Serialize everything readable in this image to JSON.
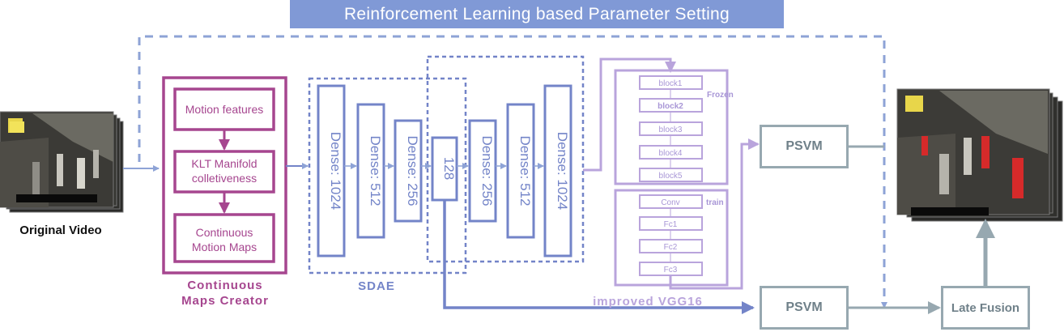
{
  "title_banner": {
    "text": "Reinforcement Learning based Parameter Setting"
  },
  "input": {
    "label": "Original Video"
  },
  "maps_creator": {
    "steps": [
      "Motion features",
      "KLT Manifold colletiveness",
      "Continuous Motion Maps"
    ],
    "step_lines": [
      [
        "Motion features"
      ],
      [
        "KLT Manifold",
        "colletiveness"
      ],
      [
        "Continuous",
        "Motion Maps"
      ]
    ],
    "caption_lines": [
      "Continuous",
      "Maps Creator"
    ]
  },
  "sdae": {
    "caption": "SDAE",
    "layers": [
      "Dense: 1024",
      "Dense: 512",
      "Dense: 256",
      "128",
      "Dense: 256",
      "Dense: 512",
      "Dense: 1024"
    ]
  },
  "vgg": {
    "caption": "improved VGG16",
    "frozen_label": "Frozen",
    "train_label": "train",
    "frozen_blocks": [
      "block1",
      "block2",
      "block3",
      "block4",
      "block5"
    ],
    "train_blocks": [
      "Conv",
      "Fc1",
      "Fc2",
      "Fc3"
    ]
  },
  "psvm_top": {
    "label": "PSVM"
  },
  "psvm_bottom": {
    "label": "PSVM"
  },
  "late_fusion": {
    "label": "Late Fusion"
  },
  "colors": {
    "banner_fill": "#8099d6",
    "banner_text": "#ffffff",
    "maps_creator": "#a6468f",
    "sdae": "#7384c8",
    "vgg": "#b9a4dc",
    "vgg_text": "#a896d6",
    "psvm": "#97a8b0",
    "psvm_text": "#6f8089",
    "arrow_blue": "#8ea3d6",
    "black": "#111111"
  }
}
